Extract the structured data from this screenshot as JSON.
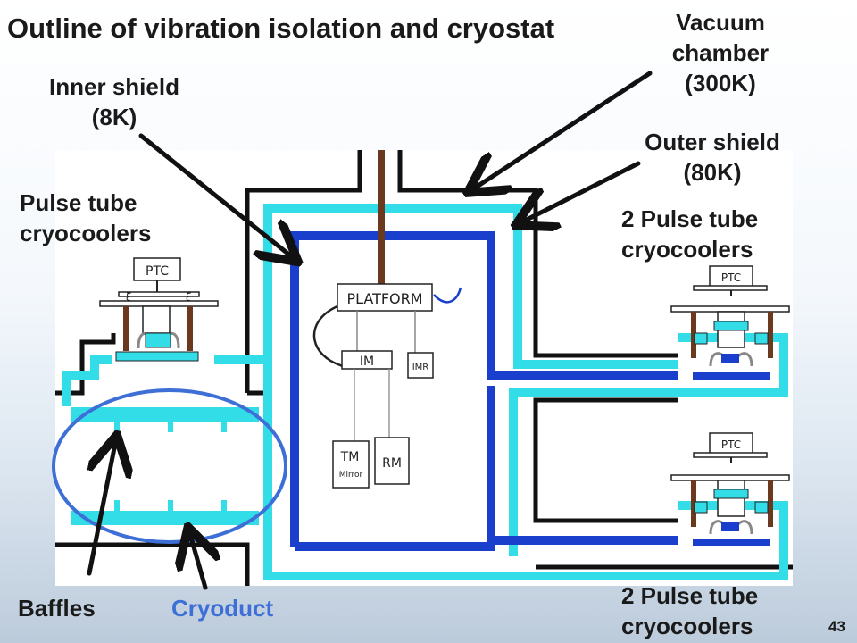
{
  "title": "Outline of vibration isolation and cryostat",
  "labels": {
    "vacuum_chamber": [
      "Vacuum",
      "chamber",
      "(300K)"
    ],
    "inner_shield": [
      "Inner shield",
      "(8K)"
    ],
    "outer_shield": [
      "Outer shield",
      "(80K)"
    ],
    "pulse_tube_left": [
      "Pulse tube",
      "cryocoolers"
    ],
    "pulse_tube_right_top": [
      "2 Pulse tube",
      "cryocoolers"
    ],
    "pulse_tube_right_bottom": [
      "2 Pulse tube",
      "cryocoolers"
    ],
    "baffles": "Baffles",
    "cryoduct": "Cryoduct"
  },
  "components": {
    "platform": "PLATFORM",
    "im": "IM",
    "imr": "IMR",
    "tm": "TM",
    "tm_sub": "Mirror",
    "rm": "RM",
    "ptc": "PTC"
  },
  "slide_number": "43",
  "colors": {
    "vacuum": "#111111",
    "outer_shield": "#33dde8",
    "inner_shield": "#1a3fcc",
    "rod": "#6b3a1e",
    "accent": "#3d6fd6"
  }
}
